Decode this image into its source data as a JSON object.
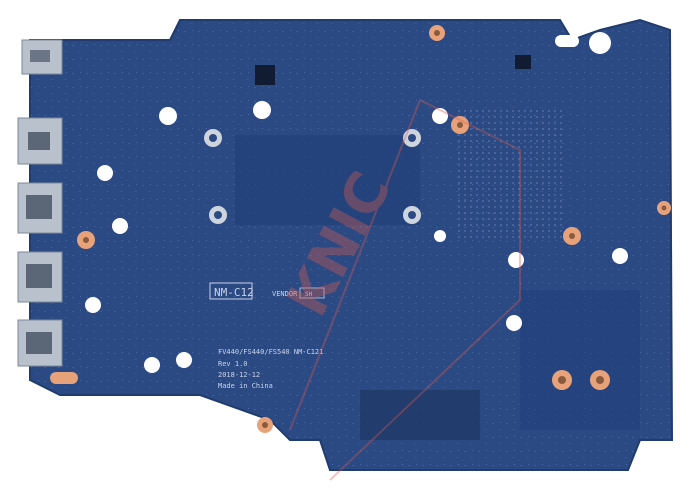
{
  "board": {
    "label_box": "NM-C12",
    "vendor_label": "VENDOR",
    "vendor_value": "SH",
    "model_line": "FV440/FS440/FS540 NM-C121",
    "rev": "Rev 1.0",
    "date": "2018-12-12",
    "origin": "Made in China"
  },
  "watermark": {
    "text": "KNIC"
  },
  "colors": {
    "pcb": "#2b4a84",
    "pcb_dark": "#1f3868",
    "pad_copper": "#e8a27a",
    "port_silver": "#b9c1cc",
    "watermark": "#e05a4a"
  }
}
